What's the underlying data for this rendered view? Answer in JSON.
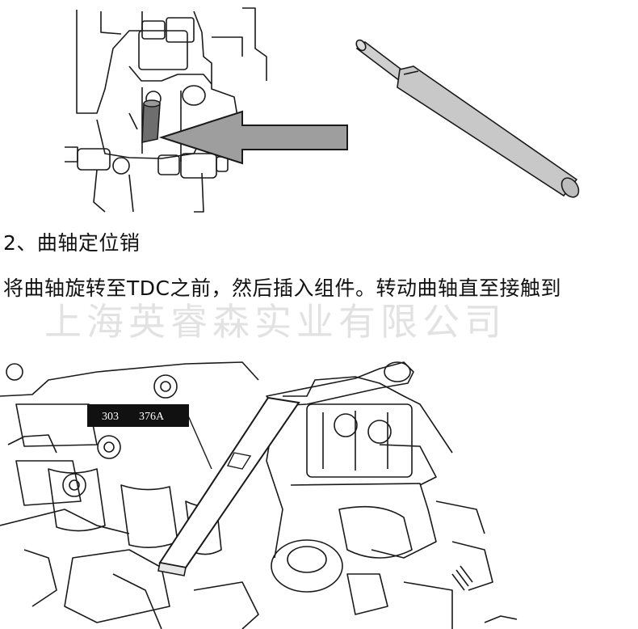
{
  "step": {
    "heading": "2、曲轴定位销",
    "instruction": "将曲轴旋转至TDC之前，然后插入组件。转动曲轴直至接触到"
  },
  "watermark": "上海英睿森实业有限公司",
  "tool_label": {
    "part_a": "303",
    "part_b": "376A"
  }
}
